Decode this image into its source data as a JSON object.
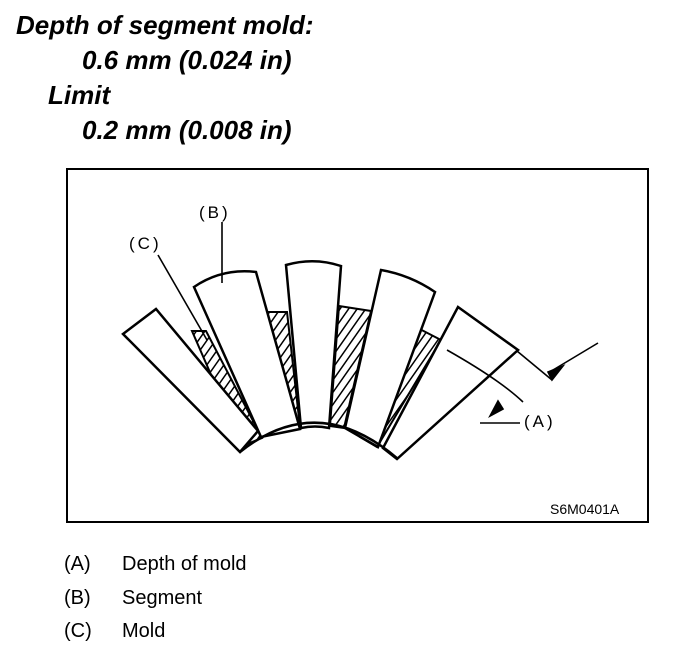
{
  "spec": {
    "title": "Depth of segment mold:",
    "depth_value": "0.6 mm (0.024 in)",
    "limit_label": "Limit",
    "limit_value": "0.2 mm (0.008 in)"
  },
  "figure": {
    "callout_a": "(A)",
    "callout_b": "(B)",
    "callout_c": "(C)",
    "code": "S6M0401A"
  },
  "legend": [
    {
      "key": "(A)",
      "text": "Depth of mold"
    },
    {
      "key": "(B)",
      "text": "Segment"
    },
    {
      "key": "(C)",
      "text": "Mold"
    }
  ]
}
